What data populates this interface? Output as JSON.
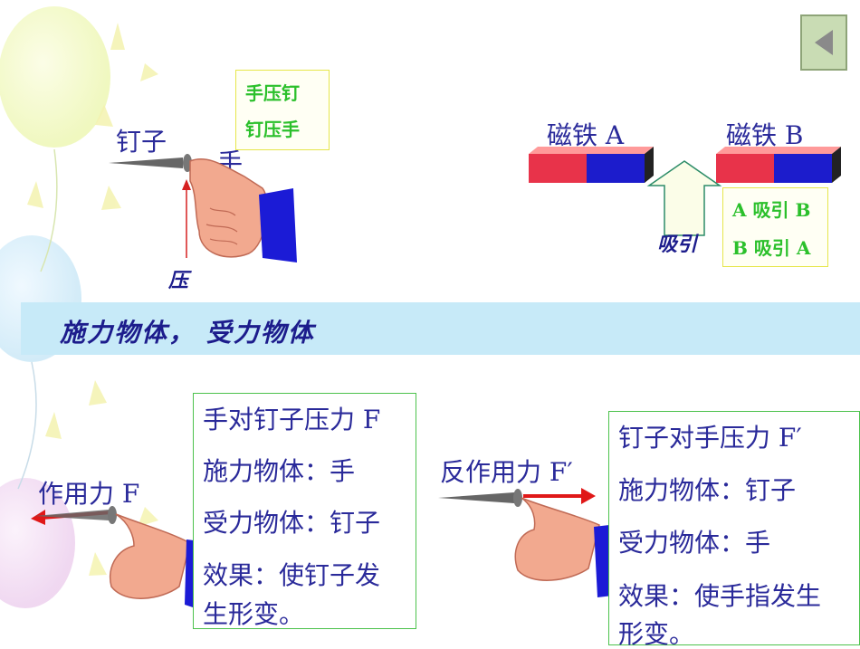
{
  "nav": {
    "back_icon": "triangle-left-icon"
  },
  "scene1": {
    "nail_label": "钉子",
    "hand_label": "手",
    "press_label": "压",
    "options": [
      "手压钉",
      "钉压手"
    ]
  },
  "scene2": {
    "magnet_a": "磁铁 A",
    "magnet_b": "磁铁 B",
    "attract_label": "吸引",
    "options": [
      "A 吸引 B",
      "B 吸引 A"
    ],
    "colors": {
      "red": "#e8334a",
      "blue": "#1c1ccc"
    }
  },
  "band": {
    "text": "施力物体， 受力物体"
  },
  "scene3": {
    "force_label": "作用力 F",
    "lines": [
      "手对钉子压力 F",
      "施力物体：手",
      "受力物体：钉子",
      "效果：使钉子发",
      "生形变。"
    ]
  },
  "scene4": {
    "force_label": "反作用力 F′",
    "lines": [
      "钉子对手压力 F′",
      "施力物体：钉子",
      "受力物体：手",
      "效果：使手指发生",
      "形变。"
    ]
  }
}
